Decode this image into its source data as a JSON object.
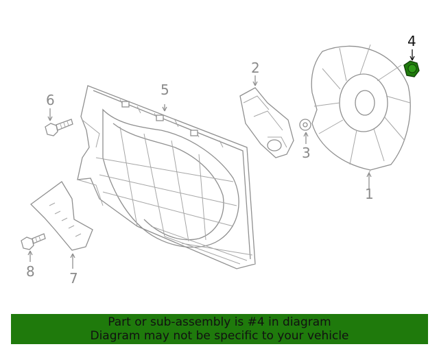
{
  "callouts": {
    "c1": "1",
    "c2": "2",
    "c3": "3",
    "c4": "4",
    "c5": "5",
    "c6": "6",
    "c7": "7",
    "c8": "8"
  },
  "highlight": {
    "part_number": "4",
    "color": "#1f7a0c"
  },
  "banner": {
    "line1": "Part or sub-assembly is #4 in diagram",
    "line2": "Diagram may not be specific to your vehicle",
    "background": "#1f7a0c"
  }
}
